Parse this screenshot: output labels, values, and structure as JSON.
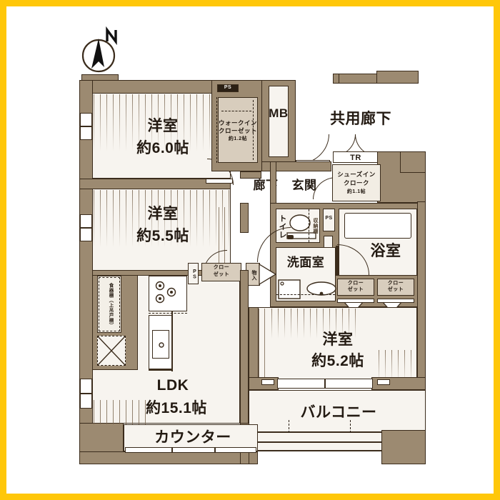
{
  "plan": {
    "title_present": false,
    "orientation_marker": "north-arrow",
    "colors": {
      "frame": "#FFC709",
      "wall_fill": "#9C8A71",
      "wall_stroke": "#3B2C1C",
      "room_fill": "#F7F4EF",
      "text": "#231A12",
      "background": "#FFFFFF"
    }
  },
  "compass": {
    "letter": "N"
  },
  "rooms": {
    "bedroom_north": {
      "name": "洋室",
      "size": "約6.0帖"
    },
    "bedroom_mid": {
      "name": "洋室",
      "size": "約5.5帖"
    },
    "bedroom_south": {
      "name": "洋室",
      "size": "約5.2帖"
    },
    "ldk": {
      "name": "LDK",
      "size": "約15.1帖"
    },
    "balcony": {
      "name": "バルコニー"
    },
    "counter": {
      "name": "カウンター"
    },
    "bath": {
      "name": "浴室"
    },
    "washroom": {
      "name": "洗面室"
    },
    "toilet": {
      "name": "トイレ"
    },
    "entrance": {
      "name": "玄関"
    },
    "hallway": {
      "name": "廊下"
    },
    "common_corridor": {
      "name": "共用廊下"
    }
  },
  "storage": {
    "walk_in_closet": {
      "name_line1": "ウォークイン",
      "name_line2": "クローゼット",
      "size": "約1.2帖"
    },
    "shoes_in_closet": {
      "name_line1": "シューズイン",
      "name_line2": "クローク",
      "size": "約1.1帖"
    },
    "closet_ldk": {
      "line1": "クロー",
      "line2": "ゼット"
    },
    "closet_bath_left": {
      "line1": "クロー",
      "line2": "ゼット"
    },
    "closet_bath_right": {
      "line1": "クロー",
      "line2": "ゼット"
    },
    "monoire": {
      "text": "物入"
    },
    "cupboard": {
      "text": "食器棚（上吊戸棚）"
    }
  },
  "shafts": {
    "mb": {
      "label": "MB"
    },
    "ps_toilet": {
      "label": "PS"
    },
    "ps_kitchen": {
      "label": "PS"
    },
    "ps_wic": {
      "label": "PS"
    },
    "tr": {
      "label": "TR"
    }
  },
  "fixtures": {
    "toilet": "toilet-bowl",
    "bathtub": "bathtub",
    "sink": "wash-basin",
    "washer": "washing-machine-space",
    "stove": "gas-stove-3burner",
    "kitchen_sink": "kitchen-sink",
    "fridge": "refrigerator-space"
  }
}
